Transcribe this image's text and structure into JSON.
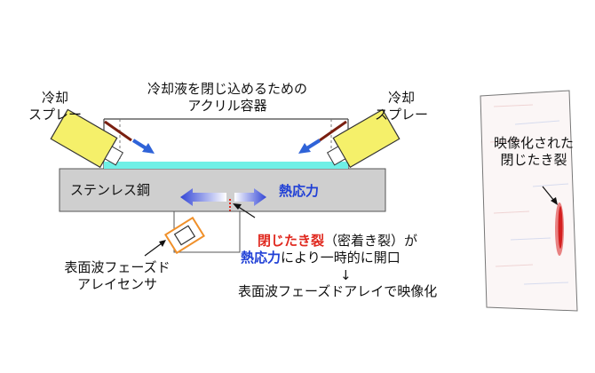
{
  "labels": {
    "cooling_spray_left": [
      "冷却",
      "スプレー"
    ],
    "cooling_spray_right": [
      "冷却",
      "スプレー"
    ],
    "container": [
      "冷却液を閉じ込めるための",
      "アクリル容器"
    ],
    "stainless": "ステンレス鋼",
    "thermal_stress": "熱応力",
    "closed_crack_line": {
      "red": "閉じたき裂",
      "rest": "（密着き裂）が"
    },
    "thermal_line": {
      "blue": "熱応力",
      "rest": "により一時的に開口"
    },
    "arrow_down": "↓",
    "imaging_line": "表面波フェーズドアレイで映像化",
    "sensor": [
      "表面波フェーズド",
      "アレイセンサ"
    ],
    "image_caption": [
      "映像化された",
      "閉じたき裂"
    ]
  },
  "colors": {
    "spray_yellow": "#f5f06a",
    "steel_gray": "#cfcfcf",
    "coolant_cyan": "#6ff0e6",
    "arrow_blue": "#2f63d8",
    "crack_red": "#e0281e",
    "sensor_orange": "#f0902a"
  }
}
